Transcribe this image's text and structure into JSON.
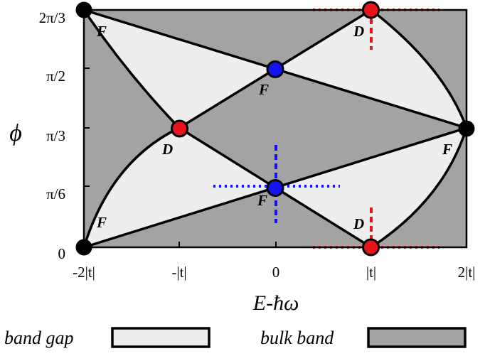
{
  "axes": {
    "x_title": "E-ħω",
    "y_title": "ϕ",
    "x_ticks": [
      "-2|t|",
      "-|t|",
      "0",
      "|t|",
      "2|t|"
    ],
    "y_ticks": [
      "0",
      "π/6",
      "π/3",
      "π/2",
      "2π/3"
    ]
  },
  "colors": {
    "bulk_band": "#a3a3a3",
    "band_gap": "#eeeeee",
    "dirac_point": "#e8141b",
    "fermi_point_blue": "#1414f0",
    "endpoint": "#000000",
    "outline": "#000000"
  },
  "point_labels": {
    "fermi": "F",
    "dirac": "D"
  },
  "points": [
    {
      "kind": "endpoint",
      "label": "",
      "x": -2,
      "y": 0
    },
    {
      "kind": "endpoint",
      "label": "",
      "x": -2,
      "y": 4
    },
    {
      "kind": "endpoint",
      "label": "",
      "x": 2,
      "y": 2
    },
    {
      "kind": "dirac",
      "label": "D",
      "x": -1,
      "y": 2
    },
    {
      "kind": "dirac",
      "label": "D",
      "x": 1,
      "y": 0
    },
    {
      "kind": "dirac",
      "label": "D",
      "x": 1,
      "y": 4
    },
    {
      "kind": "fermi",
      "label": "F",
      "x": 0,
      "y": 1
    },
    {
      "kind": "fermi",
      "label": "F",
      "x": 0,
      "y": 3
    }
  ],
  "legend": [
    {
      "label": "band gap",
      "swatch": "band_gap"
    },
    {
      "label": "bulk band",
      "swatch": "bulk_band"
    }
  ]
}
